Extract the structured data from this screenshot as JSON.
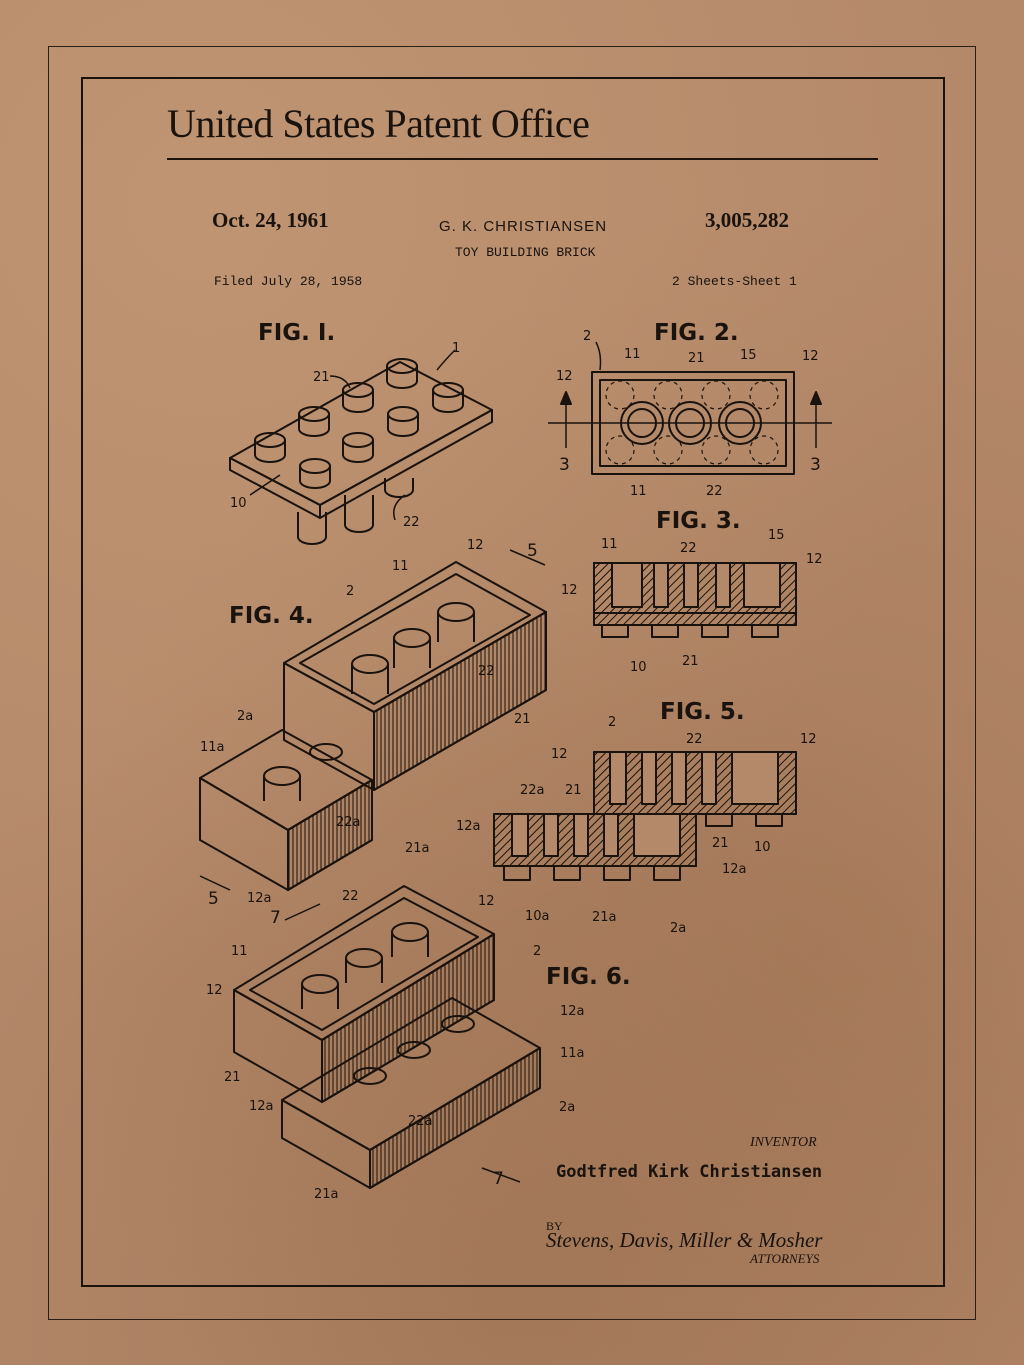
{
  "header": {
    "office": "United States Patent Office",
    "date": "Oct. 24, 1961",
    "inventor_short": "G. K. CHRISTIANSEN",
    "patent_number": "3,005,282",
    "invention_title": "TOY BUILDING BRICK",
    "filed": "Filed July 28, 1958",
    "sheets": "2 Sheets-Sheet 1"
  },
  "figures": {
    "fig1": "FIG. I.",
    "fig2": "FIG. 2.",
    "fig3": "FIG. 3.",
    "fig4": "FIG. 4.",
    "fig5": "FIG. 5.",
    "fig6": "FIG. 6."
  },
  "refs": {
    "r1": "1",
    "r2": "2",
    "r3": "3",
    "r5": "5",
    "r7": "7",
    "r10": "10",
    "r10a": "10a",
    "r11": "11",
    "r11a": "11a",
    "r12": "12",
    "r12a": "12a",
    "r15": "15",
    "r21": "21",
    "r21a": "21a",
    "r22": "22",
    "r22a": "22a",
    "r2a": "2a"
  },
  "signature": {
    "role": "INVENTOR",
    "name": "Godtfred Kirk Christiansen",
    "by": "BY",
    "attorney_signature": "Stevens, Davis, Miller & Mosher",
    "attorneys": "ATTORNEYS"
  },
  "colors": {
    "paper": "#b4896a",
    "ink": "#1a120c"
  }
}
